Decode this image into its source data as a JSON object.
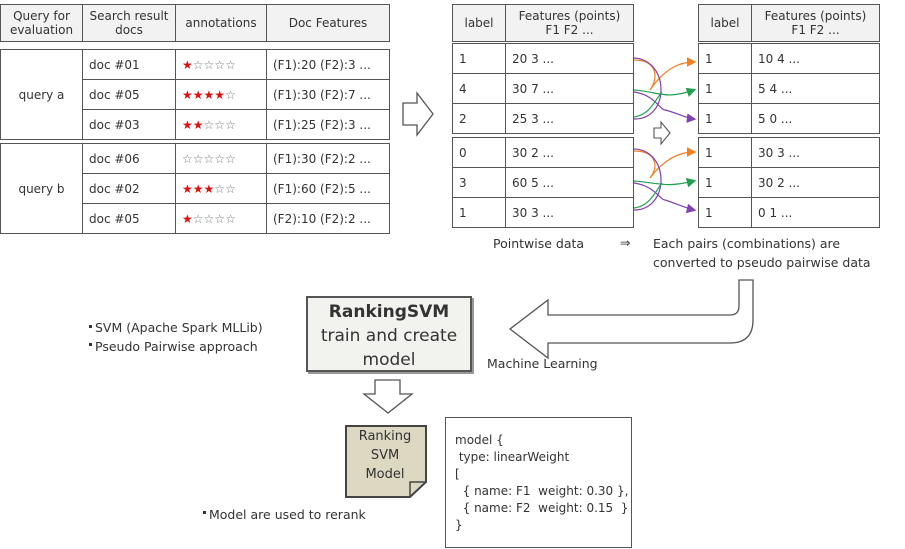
{
  "table1": {
    "headers": [
      "Query for evaluation",
      "Search result docs",
      "annotations",
      "Doc Features"
    ],
    "groups": [
      {
        "query": "query a",
        "rows": [
          {
            "doc": "doc #01",
            "stars": 1,
            "features": "(F1):20  (F2):3 ..."
          },
          {
            "doc": "doc #05",
            "stars": 4,
            "features": "(F1):30  (F2):7 ..."
          },
          {
            "doc": "doc #03",
            "stars": 2,
            "features": "(F1):25  (F2):3 ..."
          }
        ]
      },
      {
        "query": "query b",
        "rows": [
          {
            "doc": "doc #06",
            "stars": 0,
            "features": "(F1):30  (F2):2 ..."
          },
          {
            "doc": "doc #02",
            "stars": 3,
            "features": "(F1):60  (F2):5 ..."
          },
          {
            "doc": "doc #05",
            "stars": 1,
            "features": "(F2):10  (F2):2 ..."
          }
        ]
      }
    ]
  },
  "table2": {
    "header_label": "label",
    "header_features": "Features (points)",
    "header_sub": "F1  F2 ...",
    "rows": [
      {
        "label": "1",
        "features": "20 3 ..."
      },
      {
        "label": "4",
        "features": "30 7 ..."
      },
      {
        "label": "2",
        "features": "25 3 ..."
      },
      {
        "label": "0",
        "features": "30 2 ..."
      },
      {
        "label": "3",
        "features": "60 5 ..."
      },
      {
        "label": "1",
        "features": "30 3 ..."
      }
    ]
  },
  "table3": {
    "header_label": "label",
    "header_features": "Features (points)",
    "header_sub": "F1  F2 ...",
    "rows": [
      {
        "label": "1",
        "features": "10 4 ..."
      },
      {
        "label": "1",
        "features": "5   4 ..."
      },
      {
        "label": "1",
        "features": "5   0 ..."
      },
      {
        "label": "1",
        "features": "30 3 ..."
      },
      {
        "label": "1",
        "features": "30 2 ..."
      },
      {
        "label": "1",
        "features": "0   1 ..."
      }
    ]
  },
  "captions": {
    "pointwise": "Pointwise data",
    "implies": "⇒",
    "pairs_line1": "Each pairs (combinations)  are",
    "pairs_line2": "converted to pseudo pairwise data",
    "machine_learning": "Machine Learning",
    "bullet1": "SVM (Apache Spark MLLib)",
    "bullet2": " Pseudo Pairwise approach",
    "bullet3": "Model  are used to rerank"
  },
  "svm_box": {
    "title": "RankingSVM",
    "line2": "train and create",
    "line3": "model"
  },
  "model_note": {
    "line1": "Ranking",
    "line2": "SVM",
    "line3": "Model"
  },
  "model_code": [
    "model {",
    " type: linearWeight",
    "[",
    "  { name: F1  weight: 0.30 },",
    "  { name: F2  weight: 0.15  }",
    "}"
  ],
  "colors": {
    "orange": "#f08020",
    "green": "#20a050",
    "purple": "#8040b0"
  }
}
